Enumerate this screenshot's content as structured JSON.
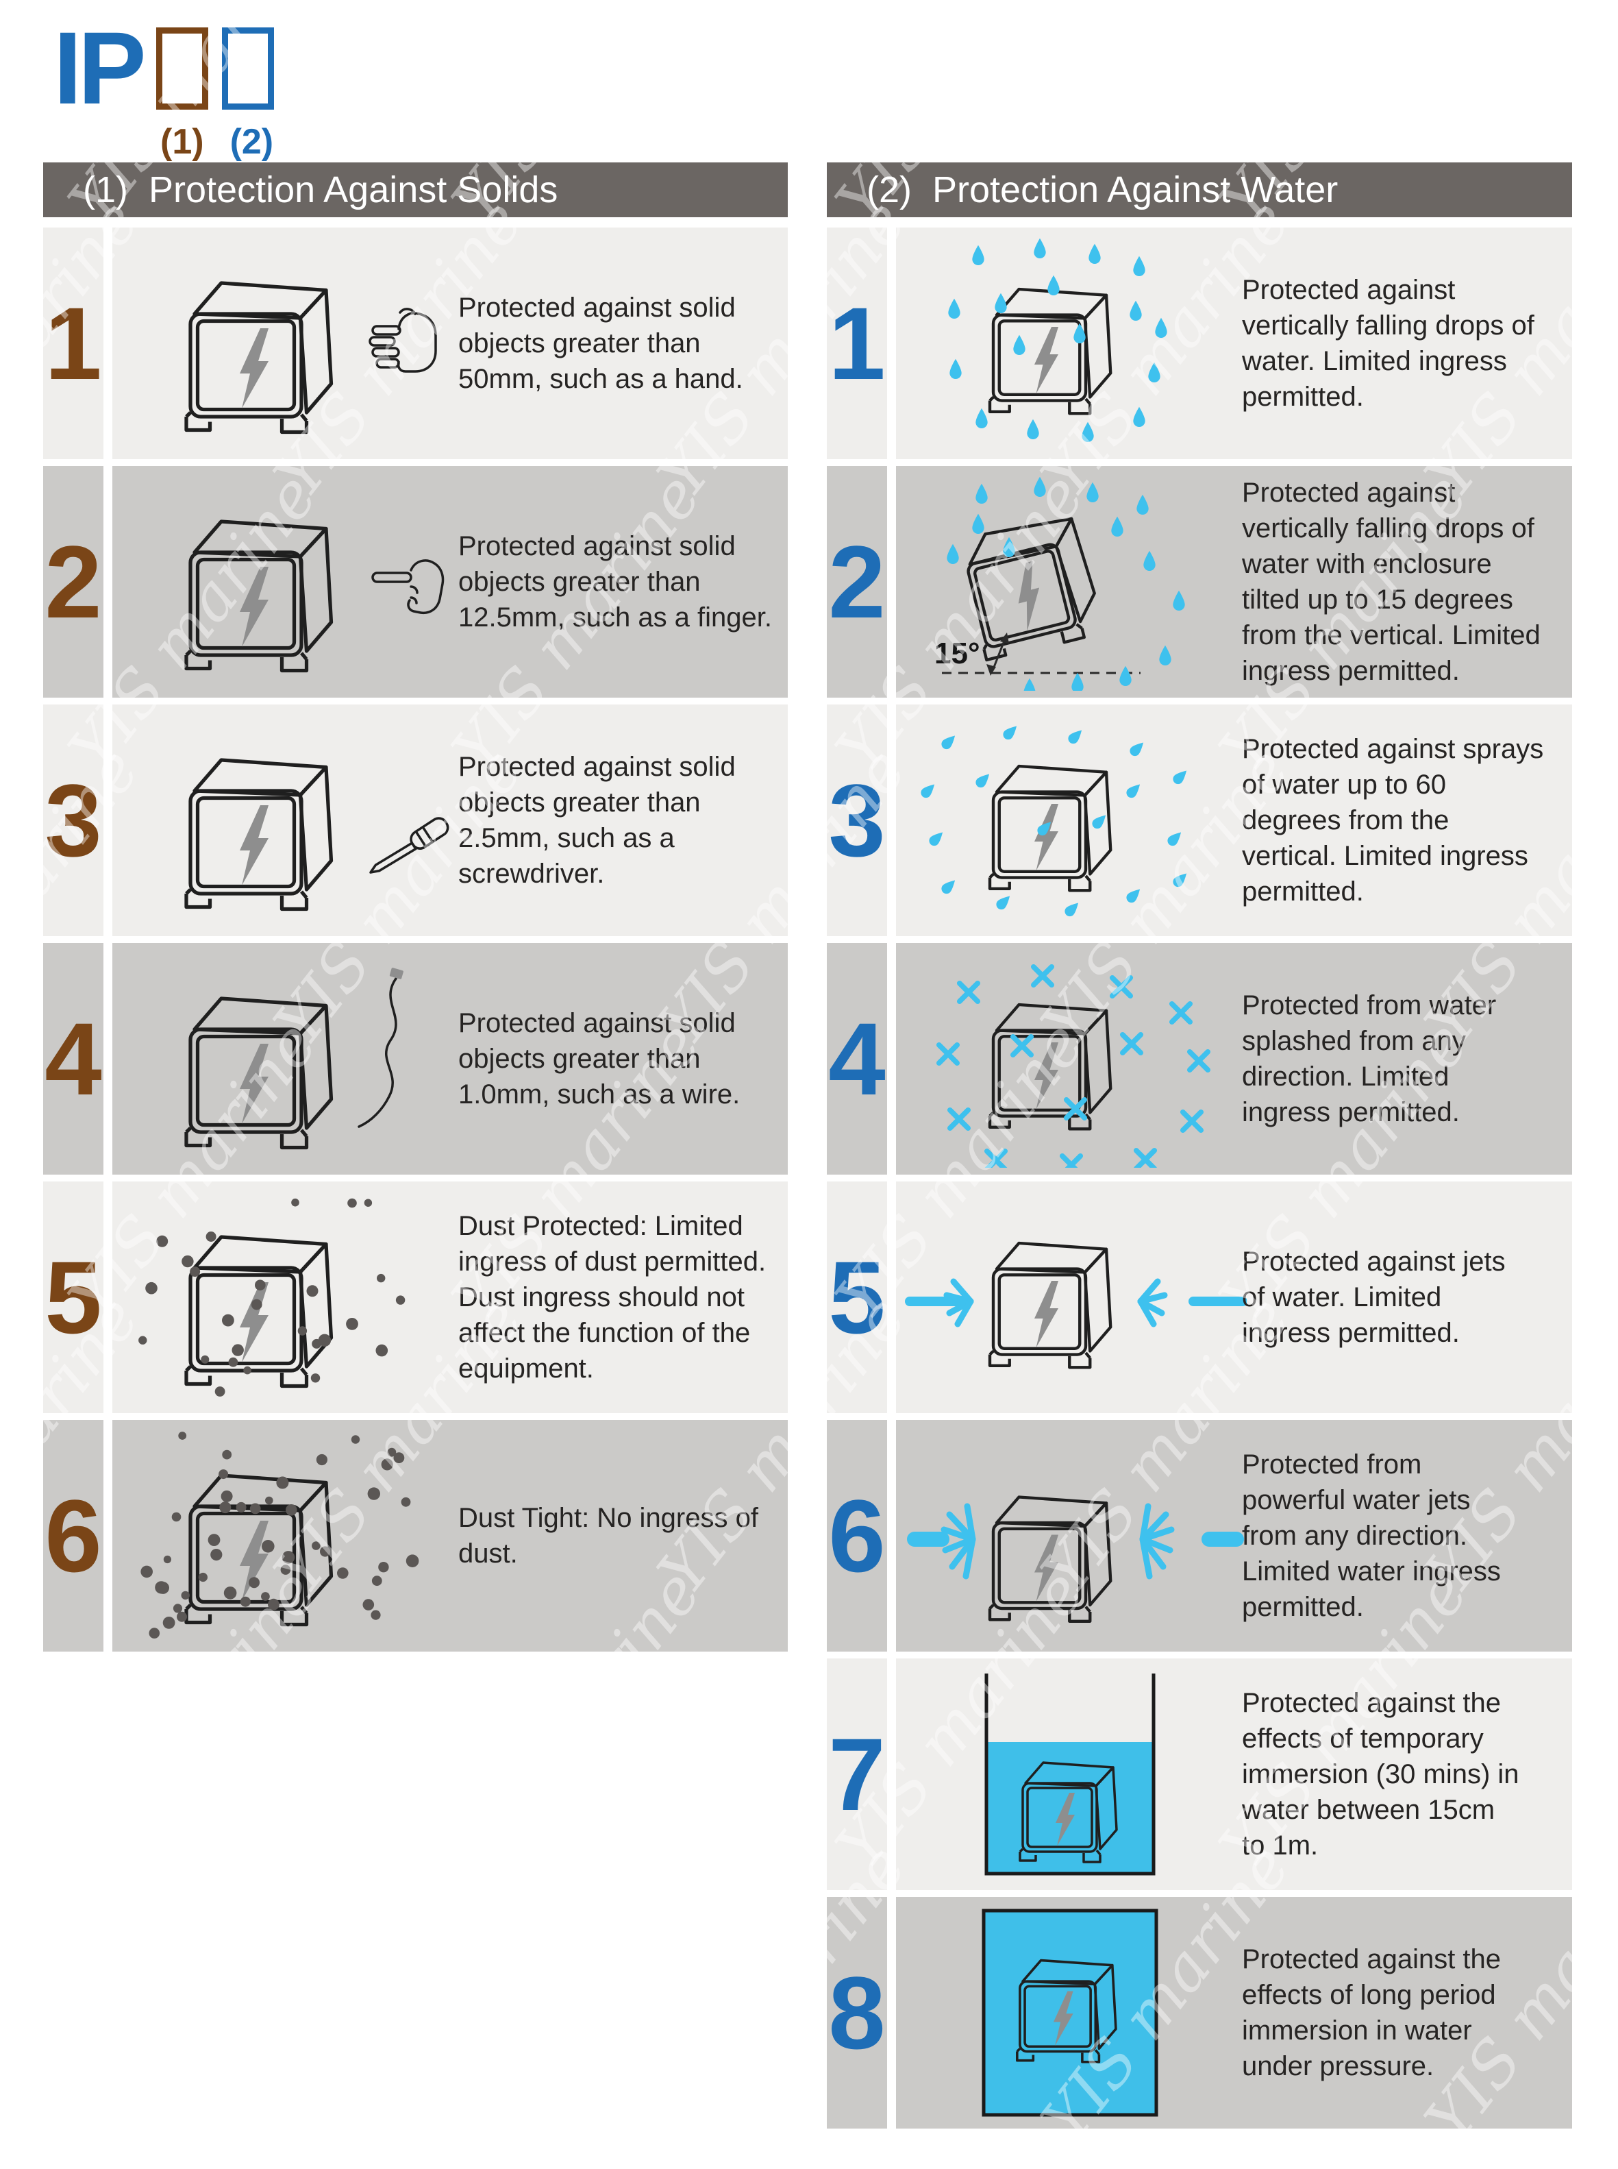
{
  "logo": {
    "text": "IP",
    "digit1_label": "(1)",
    "digit2_label": "(2)"
  },
  "watermark_text": "YIS marine",
  "colors": {
    "accent_brown": "#7a4517",
    "accent_blue": "#1e6db6",
    "water_blue": "#3ec1ee",
    "immersion_blue": "#3fbfe9",
    "header_gray": "#6b6663",
    "row_light": "#efeeec",
    "row_dark": "#cbcac8",
    "header_text": "#ffffff",
    "body_text": "#262423"
  },
  "solids": {
    "header_prefix": "(1)",
    "header_title": "Protection Against Solids",
    "rows": [
      {
        "number": "1",
        "icon": "hand-icon",
        "description": "Protected against solid\nobjects greater than\n50mm, such as a hand."
      },
      {
        "number": "2",
        "icon": "finger-icon",
        "description": "Protected against solid\nobjects greater than\n12.5mm, such as a finger."
      },
      {
        "number": "3",
        "icon": "screwdriver-icon",
        "description": "Protected against solid\nobjects greater than\n2.5mm, such as a\nscrewdriver."
      },
      {
        "number": "4",
        "icon": "wire-icon",
        "description": "Protected against solid\nobjects greater than\n1.0mm, such as a wire."
      },
      {
        "number": "5",
        "icon": "dust-icon",
        "description": "Dust Protected: Limited\ningress of dust permitted.\nDust ingress should not\naffect the function of the\nequipment."
      },
      {
        "number": "6",
        "icon": "dust-tight-icon",
        "description": "Dust Tight: No ingress of\ndust."
      }
    ]
  },
  "water": {
    "header_prefix": "(2)",
    "header_title": "Protection Against Water",
    "rows": [
      {
        "number": "1",
        "icon": "vertical-drops-icon",
        "description": "Protected against\nvertically falling drops of\nwater. Limited ingress\npermitted."
      },
      {
        "number": "2",
        "icon": "tilted-drops-icon",
        "angle_label": "15°",
        "description": "Protected against\nvertically falling drops of\nwater with enclosure\ntilted up to 15 degrees\nfrom the vertical. Limited\ningress permitted."
      },
      {
        "number": "3",
        "icon": "spray-icon",
        "description": "Protected against sprays\nof water up to 60\ndegrees from the\nvertical. Limited ingress\npermitted."
      },
      {
        "number": "4",
        "icon": "splash-icon",
        "description": "Protected from water\nsplashed from any\ndirection. Limited\ningress permitted."
      },
      {
        "number": "5",
        "icon": "water-jets-icon",
        "description": "Protected against jets\nof water. Limited\ningress permitted."
      },
      {
        "number": "6",
        "icon": "powerful-jets-icon",
        "description": "Protected from\npowerful water jets\nfrom any direction.\nLimited water ingress\npermitted."
      },
      {
        "number": "7",
        "icon": "temporary-immersion-icon",
        "description": "Protected against the\neffects of temporary\nimmersion (30 mins) in\nwater between 15cm\nto 1m."
      },
      {
        "number": "8",
        "icon": "continuous-immersion-icon",
        "description": "Protected against the\neffects of long period\nimmersion in water\nunder pressure."
      }
    ]
  }
}
